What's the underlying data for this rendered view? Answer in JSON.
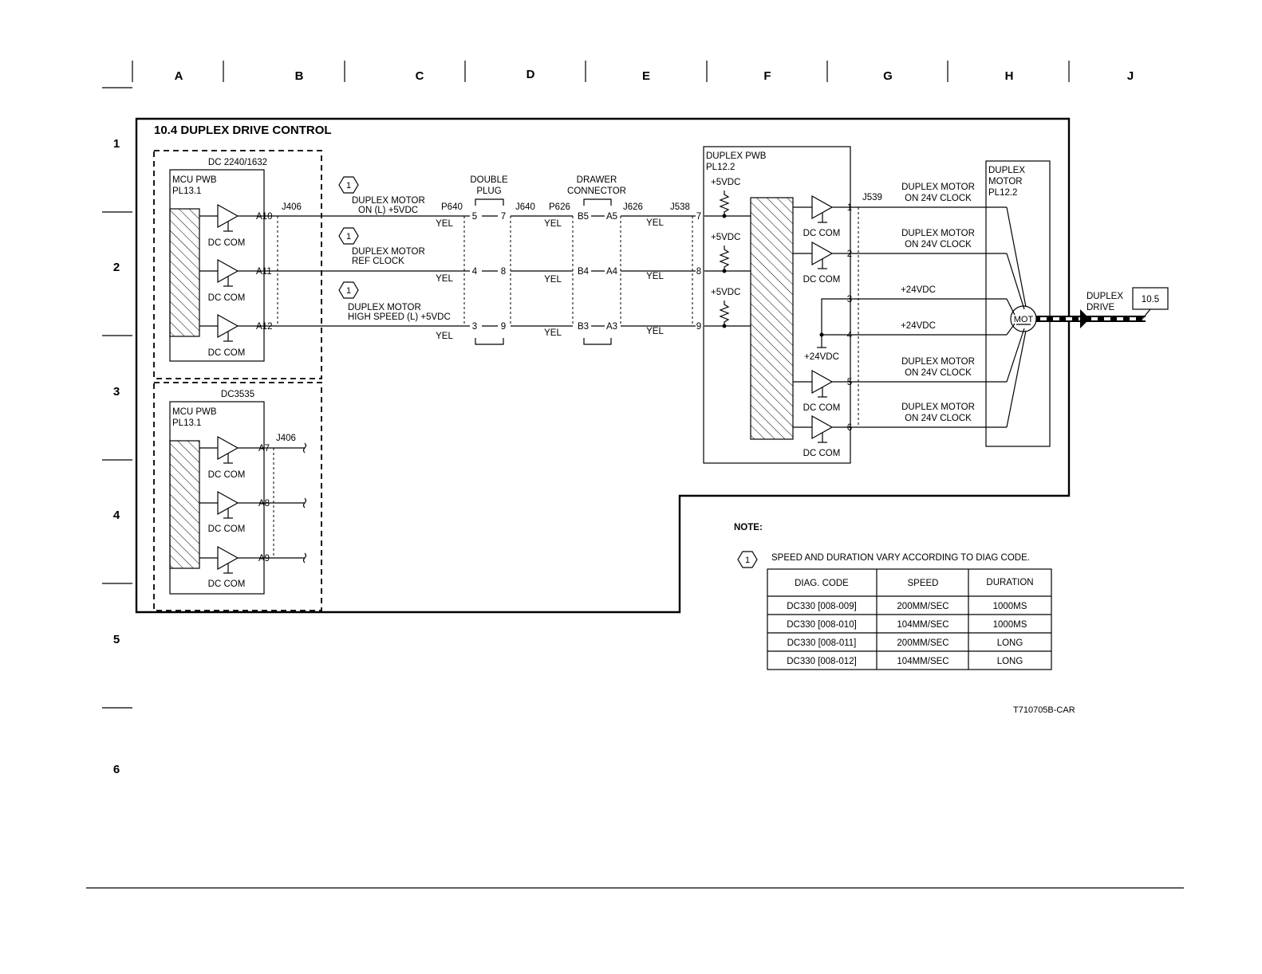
{
  "grid": {
    "columns": [
      "A",
      "B",
      "C",
      "D",
      "E",
      "F",
      "G",
      "H",
      "J"
    ],
    "rows": [
      "1",
      "2",
      "3",
      "4",
      "5",
      "6"
    ]
  },
  "title": "10.4 DUPLEX DRIVE CONTROL",
  "mcu_upper": {
    "group": "DC 2240/1632",
    "board": "MCU PWB",
    "pl": "PL13.1",
    "connector": "J406",
    "pins": [
      "A10",
      "A11",
      "A12"
    ],
    "ground": "DC COM"
  },
  "mcu_lower": {
    "group": "DC3535",
    "board": "MCU PWB",
    "pl": "PL13.1",
    "connector": "J406",
    "pins": [
      "A7",
      "A8",
      "A9"
    ],
    "ground": "DC COM"
  },
  "signals": [
    {
      "note": "1",
      "line1": "DUPLEX MOTOR",
      "line2": "ON (L) +5VDC"
    },
    {
      "note": "1",
      "line1": "DUPLEX MOTOR",
      "line2": "REF CLOCK"
    },
    {
      "note": "1",
      "line1": "DUPLEX MOTOR",
      "line2": "HIGH SPEED (L) +5VDC"
    }
  ],
  "wire_color": "YEL",
  "connectors": {
    "p640": "P640",
    "double_plug": [
      "DOUBLE",
      "PLUG"
    ],
    "j640": "J640",
    "p626": "P626",
    "drawer_connector": [
      "DRAWER",
      "CONNECTOR"
    ],
    "j626": "J626",
    "j538": "J538",
    "j539": "J539",
    "dp_left": [
      "5",
      "4",
      "3"
    ],
    "dp_right": [
      "7",
      "8",
      "9"
    ],
    "dc_left": [
      "B5",
      "B4",
      "B3"
    ],
    "dc_right": [
      "A5",
      "A4",
      "A3"
    ],
    "pwb_in": [
      "7",
      "8",
      "9"
    ],
    "pwb_out": [
      "1",
      "2",
      "3",
      "4",
      "5",
      "6"
    ]
  },
  "duplex_pwb": {
    "board": "DUPLEX PWB",
    "pl": "PL12.2",
    "pullup": "+5VDC",
    "supply": "+24VDC",
    "ground": "DC COM"
  },
  "outputs": [
    {
      "line1": "DUPLEX MOTOR",
      "line2": "ON 24V CLOCK"
    },
    {
      "line1": "DUPLEX MOTOR",
      "line2": "ON 24V CLOCK"
    },
    {
      "line1": "+24VDC",
      "line2": ""
    },
    {
      "line1": "+24VDC",
      "line2": ""
    },
    {
      "line1": "DUPLEX MOTOR",
      "line2": "ON 24V CLOCK"
    },
    {
      "line1": "DUPLEX MOTOR",
      "line2": "ON 24V CLOCK"
    }
  ],
  "motor": {
    "line1": "DUPLEX",
    "line2": "MOTOR",
    "pl": "PL12.2",
    "symbol": "MOT",
    "drive_line1": "DUPLEX",
    "drive_line2": "DRIVE",
    "ref": "10.5"
  },
  "note": {
    "heading": "NOTE:",
    "marker": "1",
    "text": "SPEED AND DURATION VARY ACCORDING TO DIAG CODE.",
    "table": {
      "headers": [
        "DIAG. CODE",
        "SPEED",
        "DURATION"
      ],
      "rows": [
        [
          "DC330 [008-009]",
          "200MM/SEC",
          "1000MS"
        ],
        [
          "DC330 [008-010]",
          "104MM/SEC",
          "1000MS"
        ],
        [
          "DC330 [008-011]",
          "200MM/SEC",
          "LONG"
        ],
        [
          "DC330 [008-012]",
          "104MM/SEC",
          "LONG"
        ]
      ]
    }
  },
  "figure_id": "T710705B-CAR"
}
